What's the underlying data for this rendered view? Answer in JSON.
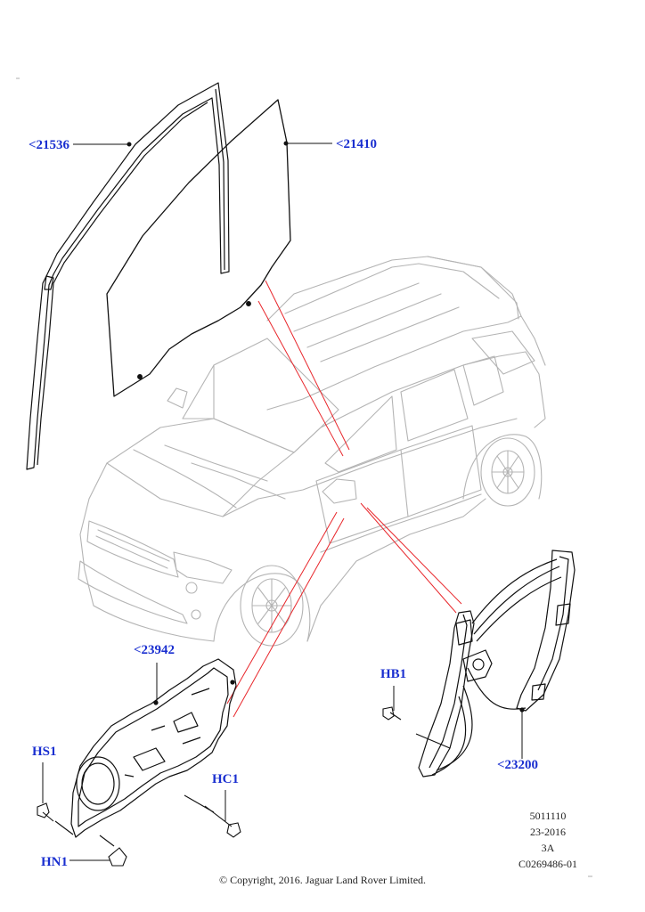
{
  "callouts": {
    "c21536": "<21536",
    "c21410": "<21410",
    "c23942": "<23942",
    "c23200": "<23200",
    "hb1": "HB1",
    "hs1": "HS1",
    "hc1": "HC1",
    "hn1": "HN1"
  },
  "reference": {
    "line1": "5011110",
    "line2": "23-2016",
    "line3": "3A",
    "line4": "C0269486-01"
  },
  "copyright": "© Copyright, 2016. Jaguar Land Rover Limited.",
  "colors": {
    "callout": "#1a2fd0",
    "leader_red": "#e8262b",
    "line": "#111111",
    "vehicle": "#b8b8b8"
  }
}
